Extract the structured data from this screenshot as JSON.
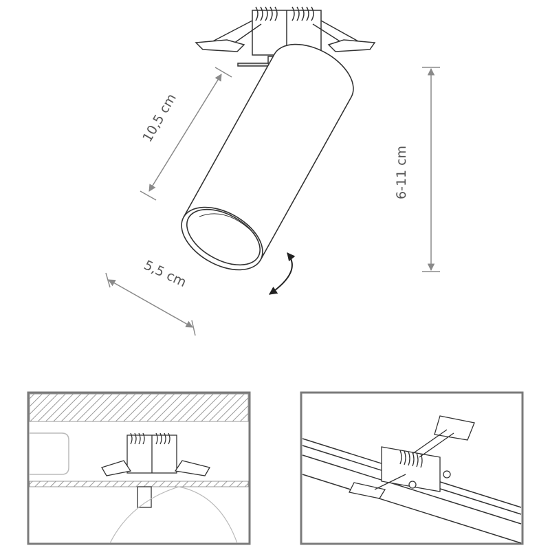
{
  "dimensions": {
    "length": "10,5 cm",
    "height_range": "6-11 cm",
    "diameter": "5,5 cm"
  },
  "colors": {
    "line": "#333333",
    "dimension": "#8a8a8a",
    "frame": "#7a7a7a"
  }
}
